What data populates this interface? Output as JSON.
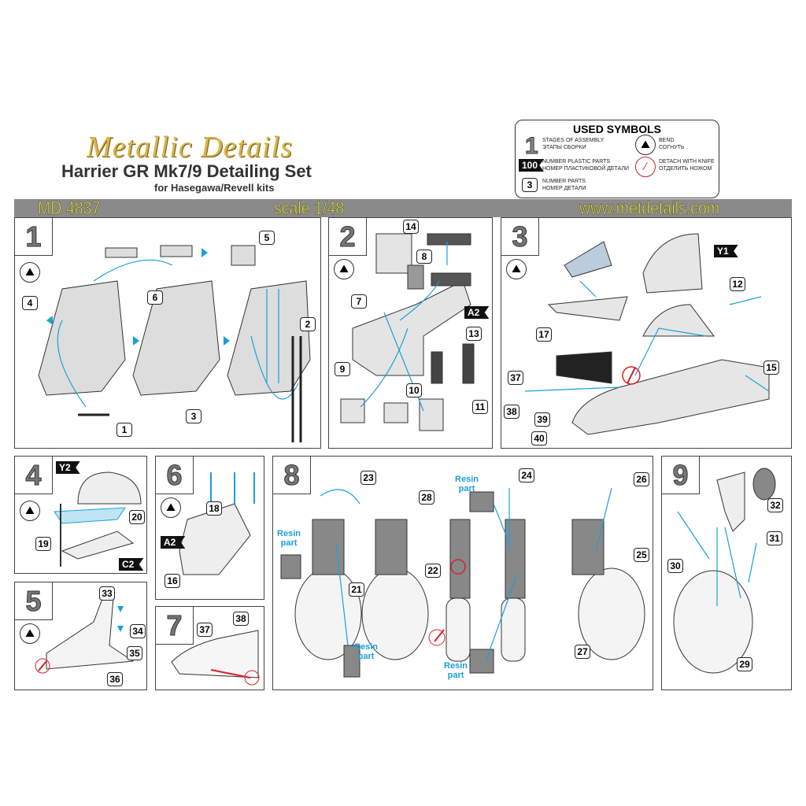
{
  "header": {
    "brand": "Metallic Details",
    "title": "Harrier GR Mk7/9 Detailing Set",
    "subtitle": "for Hasegawa/Revell kits"
  },
  "symbols": {
    "title": "USED SYMBOLS",
    "stages": "STAGES OF ASSEMBLY",
    "stages_ru": "ЭТАПЫ СБОРКИ",
    "stage_example": "1",
    "plastic": "NUMBER PLASTIC PARTS",
    "plastic_ru": "НОМЕР ПЛАСТИКОВОЙ ДЕТАЛИ",
    "plastic_example": "100",
    "parts": "NUMBER PARTS",
    "parts_ru": "НОМЕР ДЕТАЛИ",
    "parts_example": "3",
    "bend": "BEND",
    "bend_ru": "СОГНУТЬ",
    "detach": "DETACH WITH KNIFE",
    "detach_ru": "ОТДЕЛИТЬ НОЖОМ"
  },
  "bar": {
    "code": "MD 4837",
    "scale": "scale 1/48",
    "url": "www.metdetails.com"
  },
  "colors": {
    "accent": "#1aa0d8",
    "bar": "#8a8a8a",
    "bar_text": "#f2ea2a",
    "knife": "#d8202a"
  },
  "panels": {
    "p1": {
      "step": "1",
      "parts": [
        "5",
        "6",
        "4",
        "2",
        "3",
        "1"
      ]
    },
    "p2": {
      "step": "2",
      "parts": [
        "14",
        "8",
        "7",
        "13",
        "9",
        "10",
        "11"
      ],
      "tags": [
        "A2"
      ]
    },
    "p3": {
      "step": "3",
      "parts": [
        "12",
        "17",
        "15",
        "37",
        "38",
        "39",
        "40"
      ],
      "tags": [
        "Y1"
      ]
    },
    "p4": {
      "step": "4",
      "parts": [
        "20",
        "19"
      ],
      "tags": [
        "Y2",
        "C2"
      ]
    },
    "p5": {
      "step": "5",
      "parts": [
        "33",
        "34",
        "35",
        "36"
      ]
    },
    "p6": {
      "step": "6",
      "parts": [
        "18",
        "16"
      ],
      "tags": [
        "A2"
      ]
    },
    "p7": {
      "step": "7",
      "parts": [
        "38",
        "37"
      ]
    },
    "p8": {
      "step": "8",
      "parts": [
        "23",
        "24",
        "26",
        "28",
        "25",
        "22",
        "21",
        "27"
      ],
      "resin": "Resin part"
    },
    "p9": {
      "step": "9",
      "parts": [
        "32",
        "31",
        "30",
        "29"
      ]
    }
  }
}
